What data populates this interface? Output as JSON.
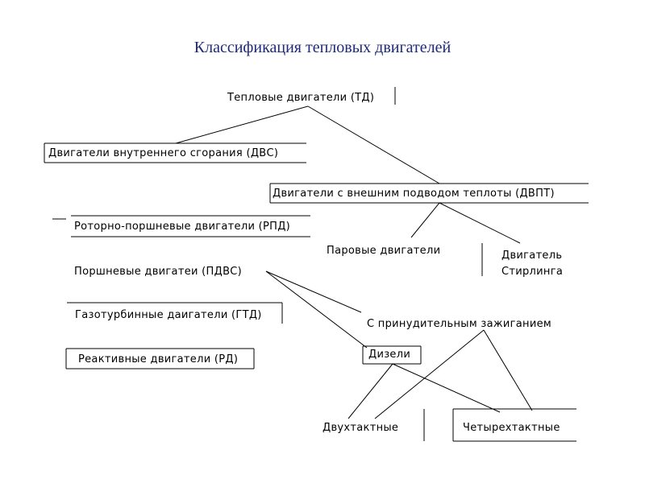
{
  "title": "Классификация тепловых двигателей",
  "nodes": {
    "td": "Тепловые двигатели (ТД)",
    "dvs": "Двигатели внутреннего сгорания (ДВС)",
    "dvpt": "Двигатели с внешним подводом теплоты (ДВПТ)",
    "rpd": "Роторно-поршневые двигатели (РПД)",
    "pdvs": "Поршневые двигатеи (ПДВС)",
    "gtd": "Газотурбинные дaигатели (ГТД)",
    "rd": "Реактивные двигатели (РД)",
    "steam": "Паровые двигатели",
    "stirling_1": "Двигатель",
    "stirling_2": "Стирлинга",
    "spark": "С принудительным зажиганием",
    "diesel": "Дизели",
    "two_stroke": "Двухтактные",
    "four_stroke": "Четырехтактные"
  }
}
